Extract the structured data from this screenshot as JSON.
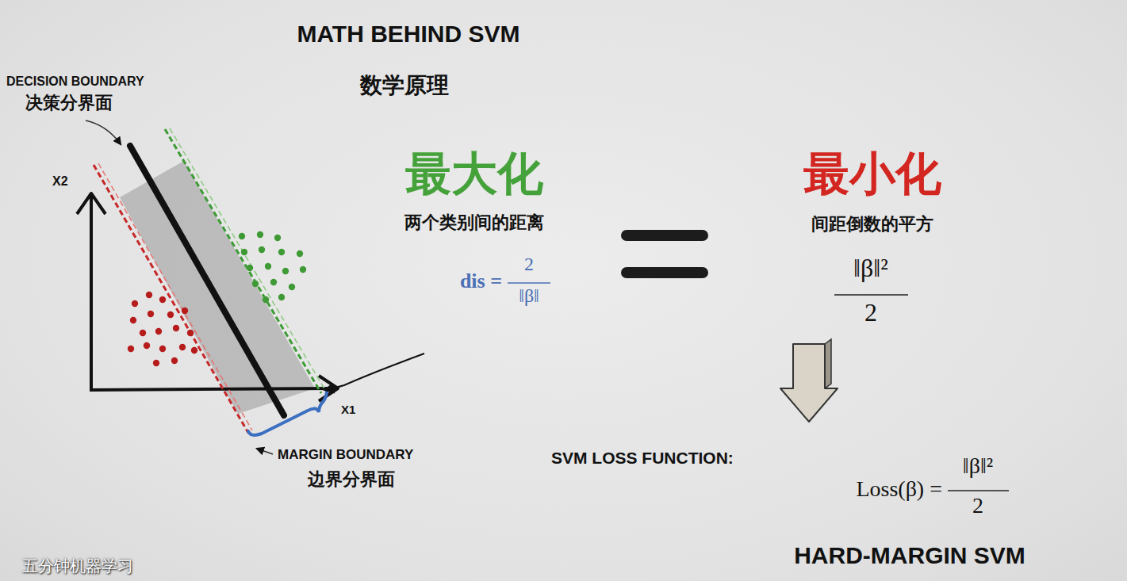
{
  "diagram": {
    "title": "MATH BEHIND SVM",
    "labels": [
      "数学原理",
      "DECISION BOUNDARY",
      "决策分界面",
      "X2",
      "最大化",
      "两个类别间的距离",
      "dis =",
      "2",
      "‖β‖",
      "最小化",
      "间距倒数的平方",
      "‖β‖²",
      "2",
      "X1",
      "MARGIN BOUNDARY",
      "边界分界面",
      "SVM LOSS FUNCTION:",
      "Loss(β) =",
      "‖β‖²",
      "2",
      "HARD-MARGIN SVM",
      "五分钟机器学习"
    ]
  }
}
